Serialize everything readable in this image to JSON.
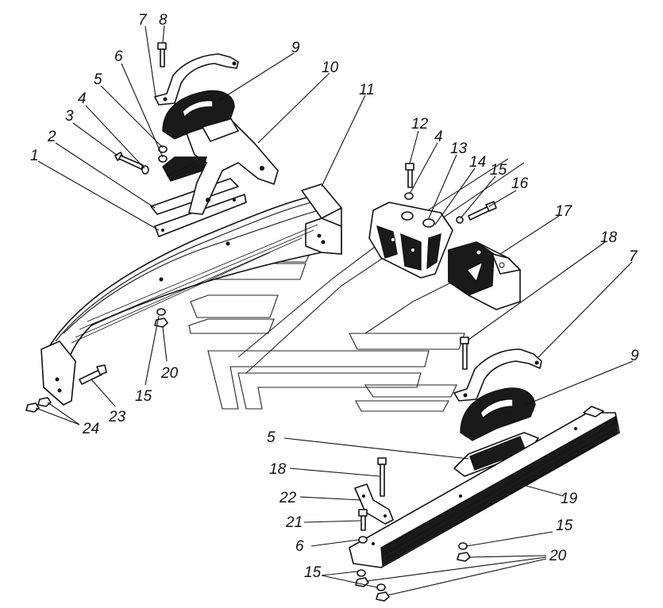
{
  "callouts": {
    "c1": "1",
    "c2": "2",
    "c3": "3",
    "c4a": "4",
    "c5a": "5",
    "c6a": "6",
    "c7a": "7",
    "c8": "8",
    "c9a": "9",
    "c10": "10",
    "c11": "11",
    "c12": "12",
    "c4b": "4",
    "c13": "13",
    "c14": "14",
    "c15a": "15",
    "c16": "16",
    "c17": "17",
    "c18a": "18",
    "c7b": "7",
    "c9b": "9",
    "c20a": "20",
    "c15b": "15",
    "c23": "23",
    "c24": "24",
    "c5b": "5",
    "c18b": "18",
    "c22": "22",
    "c19": "19",
    "c21": "21",
    "c6b": "6",
    "c15c": "15",
    "c20b": "20",
    "c15d": "15"
  }
}
